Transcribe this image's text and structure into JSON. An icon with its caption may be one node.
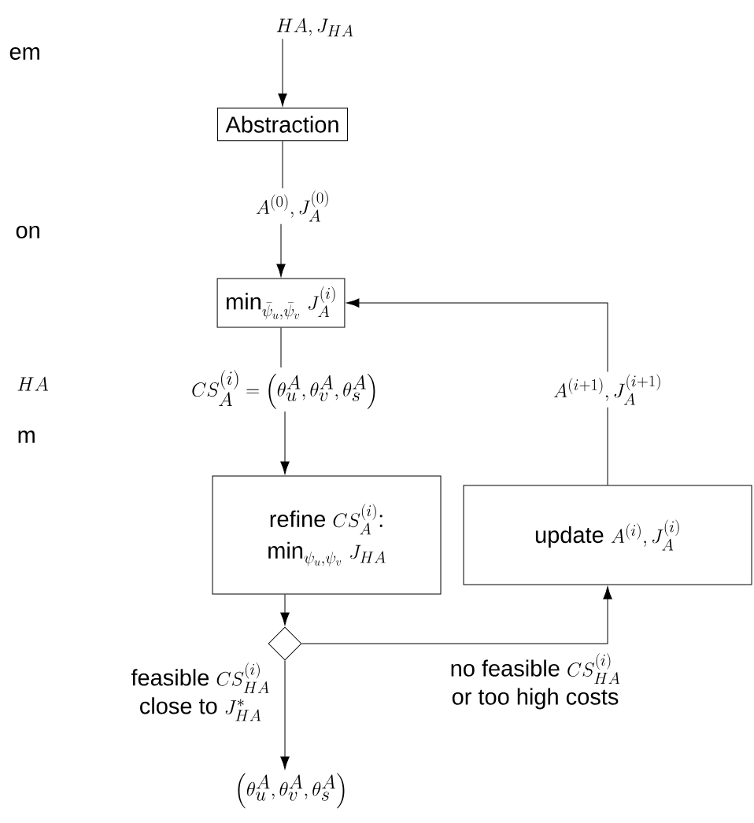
{
  "diagram": {
    "nodes": [
      {
        "text": [
          "HA, J_{HA}"
        ]
      },
      {
        "text": [
          "Abstraction"
        ]
      },
      {
        "text": [
          "A^{(0)}, J_A^{(0)}"
        ]
      },
      {
        "text": [
          "\\min_{\\bar{\\psi}_u,\\bar{\\psi}_v}\\, J_A^{(i)}"
        ]
      },
      {
        "text": [
          "CS_A^{(i)} = \\left(\\theta_u^A, \\theta_v^A, \\theta_s^A\\right)"
        ]
      },
      {
        "text": [
          "\\text{refine } CS_A^{(i)}\\text{:}",
          "\\min_{\\psi_u,\\psi_v}\\, J_{HA}"
        ]
      },
      {
        "text": [],
        "shape": "diamond"
      },
      {
        "text": [
          "\\left(\\theta_u^A, \\theta_v^A, \\theta_s^A\\right)"
        ]
      },
      {
        "text": [
          "\\text{update } A^{(i)}, J_A^{(i)}"
        ]
      },
      {
        "text": [
          "A^{(i+1)}, J_A^{(i+1)}"
        ]
      }
    ],
    "edges": [
      {
        "from": 0,
        "to": 1,
        "arrow": "to"
      },
      {
        "from": 1,
        "to": 2,
        "arrow": "none"
      },
      {
        "from": 2,
        "to": 3,
        "arrow": "to"
      },
      {
        "from": 3,
        "to": 4,
        "arrow": "none"
      },
      {
        "from": 4,
        "to": 5,
        "arrow": "to"
      },
      {
        "from": 5,
        "to": 6,
        "arrow": "to"
      },
      {
        "from": 6,
        "to": 7,
        "arrow": "to",
        "label": "\\begin{array}{c}\\text{feasible } CS_{HA}^{(i)}\\\\ \\text{close to } J_{HA}^{*}\\end{array}"
      },
      {
        "from": 6,
        "to": 8,
        "arrow": "to",
        "label": "\\begin{array}{c}\\text{no feasible } CS_{HA}^{(i)}\\\\ \\text{or too high costs}\\end{array}"
      },
      {
        "from": 8,
        "to": 9,
        "arrow": "none"
      },
      {
        "from": 9,
        "to": 3,
        "arrow": "to"
      }
    ],
    "labels": [
      "em",
      "on",
      "HA",
      "m"
    ]
  }
}
